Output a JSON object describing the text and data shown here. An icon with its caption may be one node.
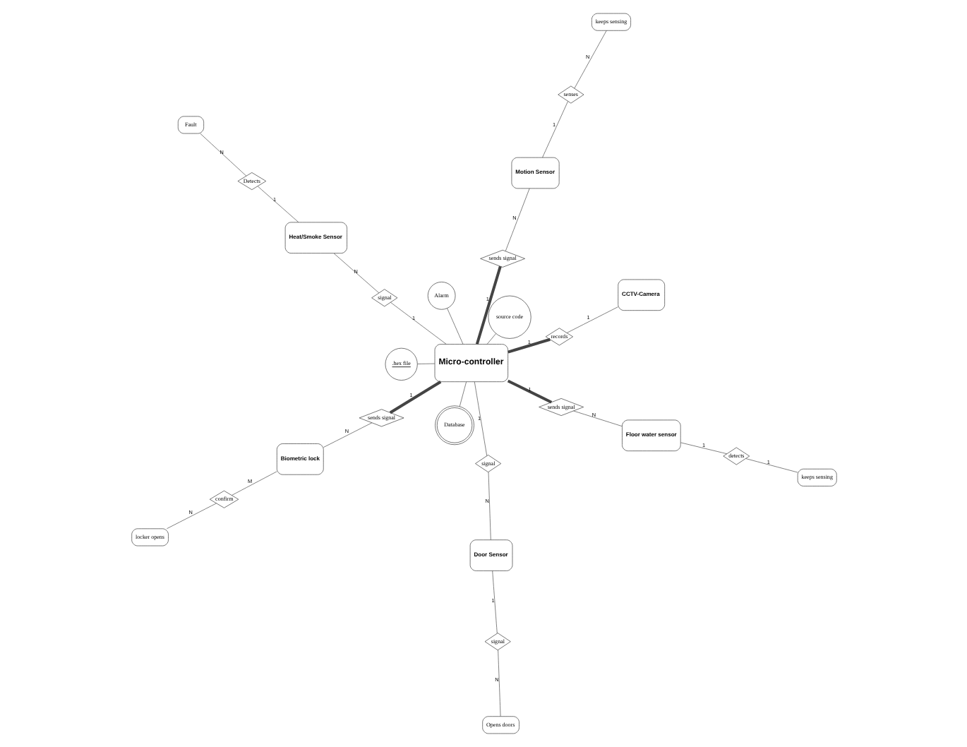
{
  "diagram": {
    "nodes": [
      {
        "text": [
          "Opens doors"
        ]
      },
      {
        "text": [
          "signal"
        ]
      },
      {
        "text": [
          "Door Sensor"
        ]
      },
      {
        "text": [
          "Fault"
        ]
      },
      {
        "text": [
          "Detects"
        ]
      },
      {
        "text": [
          "Heat/Smoke Sensor"
        ]
      },
      {
        "text": [
          "signal"
        ]
      },
      {
        "text": [
          "signal"
        ]
      },
      {
        "text": [
          "Biometric lock"
        ]
      },
      {
        "text": [
          "sends signal"
        ]
      },
      {
        "text": [
          "confirm"
        ]
      },
      {
        "text": [
          "locker opens"
        ]
      },
      {
        "text": [
          "Micro-controller"
        ]
      },
      {
        "text": [
          "sends signal"
        ]
      },
      {
        "text": [
          "Floor water sensor"
        ]
      },
      {
        "text": [
          "detects"
        ]
      },
      {
        "text": [
          "keeps sensing"
        ]
      },
      {
        "text": [
          "Alarm"
        ]
      },
      {
        "text": [
          ".hex file"
        ]
      },
      {
        "text": [
          "source code"
        ]
      },
      {
        "text": [
          "Database"
        ]
      },
      {
        "text": [
          "records"
        ]
      },
      {
        "text": [
          "sends signal"
        ]
      },
      {
        "text": [
          "Motion Sensor"
        ]
      },
      {
        "text": [
          "senses"
        ]
      },
      {
        "text": [
          "keeps sensing"
        ]
      },
      {
        "text": [
          "CCTV-Camera"
        ]
      }
    ],
    "edges": [
      {
        "from": 1,
        "to": 0,
        "arrow": "none",
        "label": "N"
      },
      {
        "from": 1,
        "to": 2,
        "arrow": "none",
        "label": "1"
      },
      {
        "from": 4,
        "to": 3,
        "arrow": "none",
        "label": "N"
      },
      {
        "from": 4,
        "to": 5,
        "arrow": "none",
        "label": "1"
      },
      {
        "from": 6,
        "to": 5,
        "arrow": "none",
        "label": "N"
      },
      {
        "from": 7,
        "to": 2,
        "arrow": "none",
        "label": "N"
      },
      {
        "from": 9,
        "to": 8,
        "arrow": "none",
        "label": "N"
      },
      {
        "from": 10,
        "to": 8,
        "arrow": "none",
        "label": "M"
      },
      {
        "from": 10,
        "to": 11,
        "arrow": "none",
        "label": "N"
      },
      {
        "from": 6,
        "to": 12,
        "arrow": "none",
        "label": "1"
      },
      {
        "from": 7,
        "to": 12,
        "arrow": "none",
        "label": "1"
      },
      {
        "from": 9,
        "to": 12,
        "arrow": "none",
        "label": "1",
        "style": "thick"
      },
      {
        "from": 13,
        "to": 12,
        "arrow": "none",
        "label": "1",
        "style": "thick"
      },
      {
        "from": 13,
        "to": 14,
        "arrow": "none",
        "label": "N"
      },
      {
        "from": 15,
        "to": 14,
        "arrow": "none",
        "label": "1"
      },
      {
        "from": 15,
        "to": 16,
        "arrow": "none",
        "label": "1"
      },
      {
        "from": 12,
        "to": 17,
        "arrow": "none"
      },
      {
        "from": 12,
        "to": 18,
        "arrow": "none"
      },
      {
        "from": 12,
        "to": 19,
        "arrow": "none"
      },
      {
        "from": 12,
        "to": 20,
        "arrow": "none"
      },
      {
        "from": 21,
        "to": 12,
        "arrow": "none",
        "label": "1",
        "style": "thick"
      },
      {
        "from": 21,
        "to": 26,
        "arrow": "none",
        "label": "1"
      },
      {
        "from": 22,
        "to": 12,
        "arrow": "none",
        "label": "1",
        "style": "thick"
      },
      {
        "from": 22,
        "to": 23,
        "arrow": "none",
        "label": "N"
      },
      {
        "from": 24,
        "to": 23,
        "arrow": "none",
        "label": "1"
      },
      {
        "from": 24,
        "to": 25,
        "arrow": "none",
        "label": "N"
      }
    ]
  }
}
